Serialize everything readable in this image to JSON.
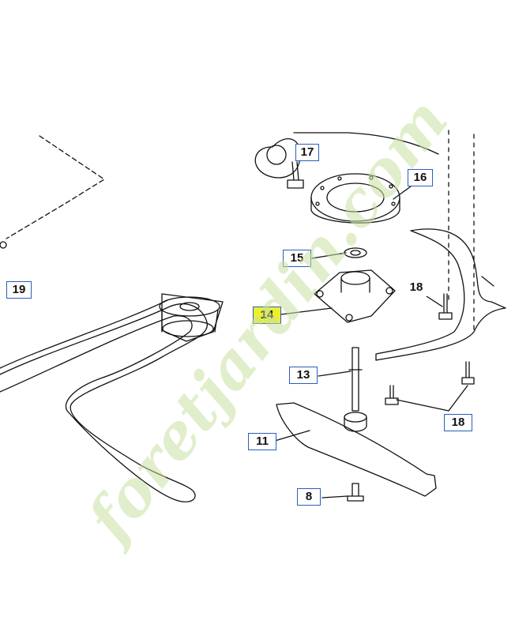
{
  "callouts": {
    "c17": "17",
    "c16": "16",
    "c15": "15",
    "c19": "19",
    "c14": "14",
    "c18a": "18",
    "c13": "13",
    "c18b": "18",
    "c11": "11",
    "c8": "8"
  },
  "highlight_color": "#ecef2c",
  "callout_border_color": "#2a5dc0",
  "watermark": "foretjardin.com"
}
